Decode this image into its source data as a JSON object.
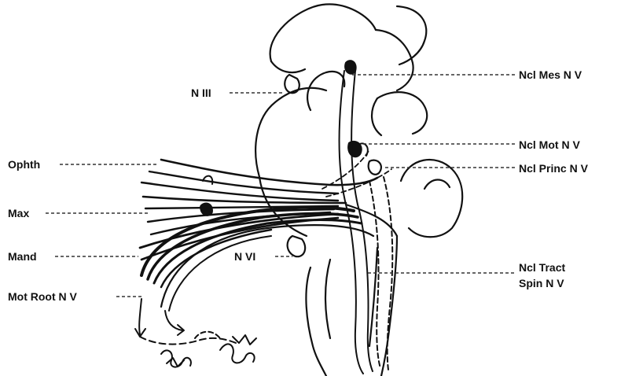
{
  "labels": {
    "n_iii": "N  III",
    "ncl_mes": "Ncl Mes  N V",
    "ncl_mot": "Ncl  Mot  N V",
    "ncl_princ": "Ncl Princ  N  V",
    "ophth": "Ophth",
    "max": "Max",
    "mand": "Mand",
    "n_vi": "N VI",
    "mot_root": "Mot Root  N  V",
    "ncl_tract_line1": "Ncl  Tract",
    "ncl_tract_line2": "Spin  N  V"
  },
  "colors": {
    "ink": "#111111",
    "leader": "#333333",
    "background": "#ffffff"
  }
}
